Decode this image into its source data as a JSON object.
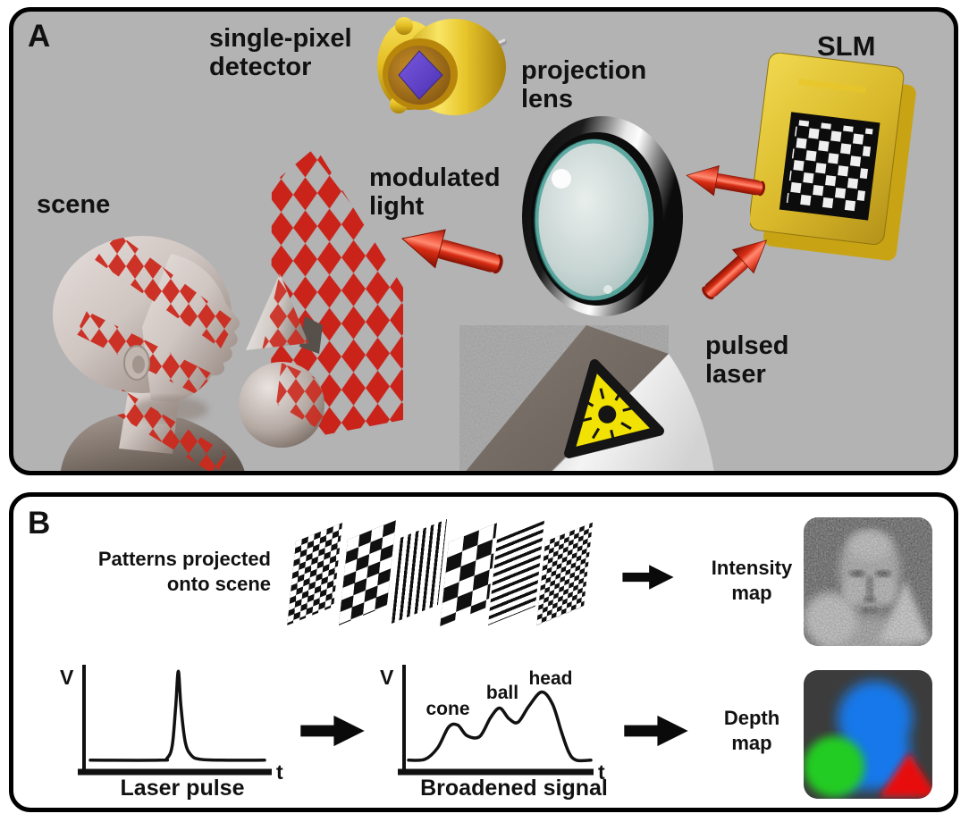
{
  "figure": {
    "panel_a": {
      "label": "A",
      "detector_label": [
        "single-pixel",
        "detector"
      ],
      "projection_label": [
        "projection",
        "lens"
      ],
      "slm_label": "SLM",
      "scene_label": "scene",
      "modulated_label": [
        "modulated",
        "light"
      ],
      "laser_label": [
        "pulsed",
        "laser"
      ]
    },
    "panel_b": {
      "label": "B",
      "patterns_caption": [
        "Patterns projected",
        "onto scene"
      ],
      "intensity_caption": [
        "Intensity",
        "map"
      ],
      "depth_caption": [
        "Depth",
        "map"
      ]
    }
  },
  "chart_data": [
    {
      "type": "line",
      "title": "Laser pulse",
      "xlabel": "t",
      "ylabel": "V",
      "x_range": [
        0,
        1
      ],
      "y_range": [
        0,
        1
      ],
      "grid": false,
      "points": [
        [
          0,
          0.03
        ],
        [
          0.4,
          0.03
        ],
        [
          0.44,
          0.05
        ],
        [
          0.47,
          0.18
        ],
        [
          0.49,
          0.6
        ],
        [
          0.505,
          0.97
        ],
        [
          0.52,
          0.6
        ],
        [
          0.545,
          0.22
        ],
        [
          0.58,
          0.08
        ],
        [
          0.63,
          0.04
        ],
        [
          0.75,
          0.03
        ],
        [
          1,
          0.03
        ]
      ]
    },
    {
      "type": "line",
      "title": "Broadened signal",
      "xlabel": "t",
      "ylabel": "V",
      "x_range": [
        0,
        1
      ],
      "y_range": [
        0,
        1
      ],
      "grid": false,
      "annotations": [
        {
          "label": "cone",
          "x": 0.22,
          "y": 0.4
        },
        {
          "label": "ball",
          "x": 0.5,
          "y": 0.58
        },
        {
          "label": "head",
          "x": 0.74,
          "y": 0.75
        }
      ],
      "points": [
        [
          0,
          0.03
        ],
        [
          0.09,
          0.04
        ],
        [
          0.16,
          0.16
        ],
        [
          0.22,
          0.38
        ],
        [
          0.27,
          0.4
        ],
        [
          0.32,
          0.29
        ],
        [
          0.39,
          0.28
        ],
        [
          0.45,
          0.48
        ],
        [
          0.5,
          0.58
        ],
        [
          0.55,
          0.47
        ],
        [
          0.6,
          0.43
        ],
        [
          0.66,
          0.6
        ],
        [
          0.73,
          0.75
        ],
        [
          0.79,
          0.62
        ],
        [
          0.84,
          0.32
        ],
        [
          0.88,
          0.11
        ],
        [
          0.92,
          0.03
        ],
        [
          1,
          0.03
        ]
      ]
    }
  ],
  "colors": {
    "panel_a_bg": "#b3b3b3",
    "projected_red": "#c9231a",
    "gold": "#e3bd22",
    "detector_die_purple": "#5b3fd0",
    "warning_yellow": "#f2e203",
    "depth_blue": "#1778ea",
    "depth_green": "#22cc22",
    "depth_red": "#e81008"
  }
}
